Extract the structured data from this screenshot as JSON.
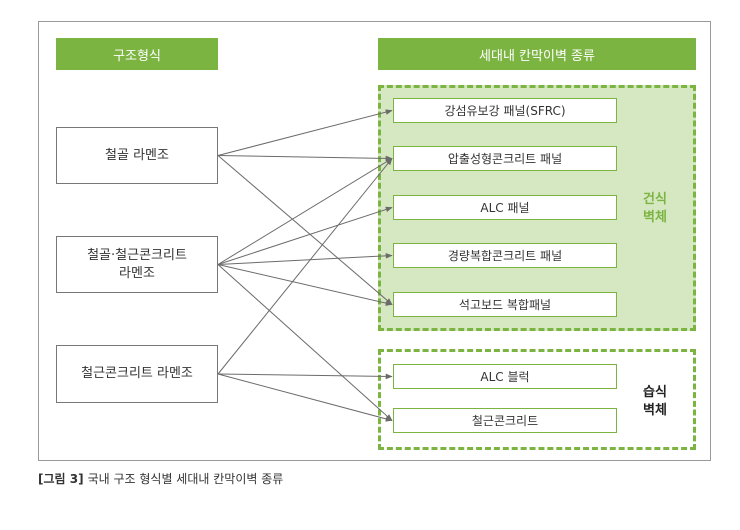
{
  "headers": {
    "left": "구조형식",
    "right": "세대내 칸막이벽 종류"
  },
  "sources": [
    "철골 라멘조",
    "철골·철근콘크리트\n라멘조",
    "철근콘크리트 라멘조"
  ],
  "targets": [
    "강섬유보강 패널(SFRC)",
    "압출성형콘크리트 패널",
    "ALC 패널",
    "경량복합콘크리트 패널",
    "석고보드 복합패널",
    "ALC 블럭",
    "철근콘크리트"
  ],
  "zones": {
    "dry": {
      "line1": "건식",
      "line2": "벽체"
    },
    "wet": {
      "line1": "습식",
      "line2": "벽체"
    }
  },
  "links": [
    [
      0,
      0
    ],
    [
      0,
      1
    ],
    [
      0,
      4
    ],
    [
      1,
      1
    ],
    [
      1,
      2
    ],
    [
      1,
      3
    ],
    [
      1,
      4
    ],
    [
      1,
      6
    ],
    [
      2,
      1
    ],
    [
      2,
      5
    ],
    [
      2,
      6
    ]
  ],
  "caption": {
    "figure": "[그림 3]",
    "text": "국내 구조 형식별 세대내 칸막이벽 종류"
  },
  "colors": {
    "accent": "#7cb442",
    "zone_fill": "#d6e8c2",
    "dry_label": "#7cb442",
    "wet_label": "#222222",
    "link": "#6b6b6b"
  }
}
